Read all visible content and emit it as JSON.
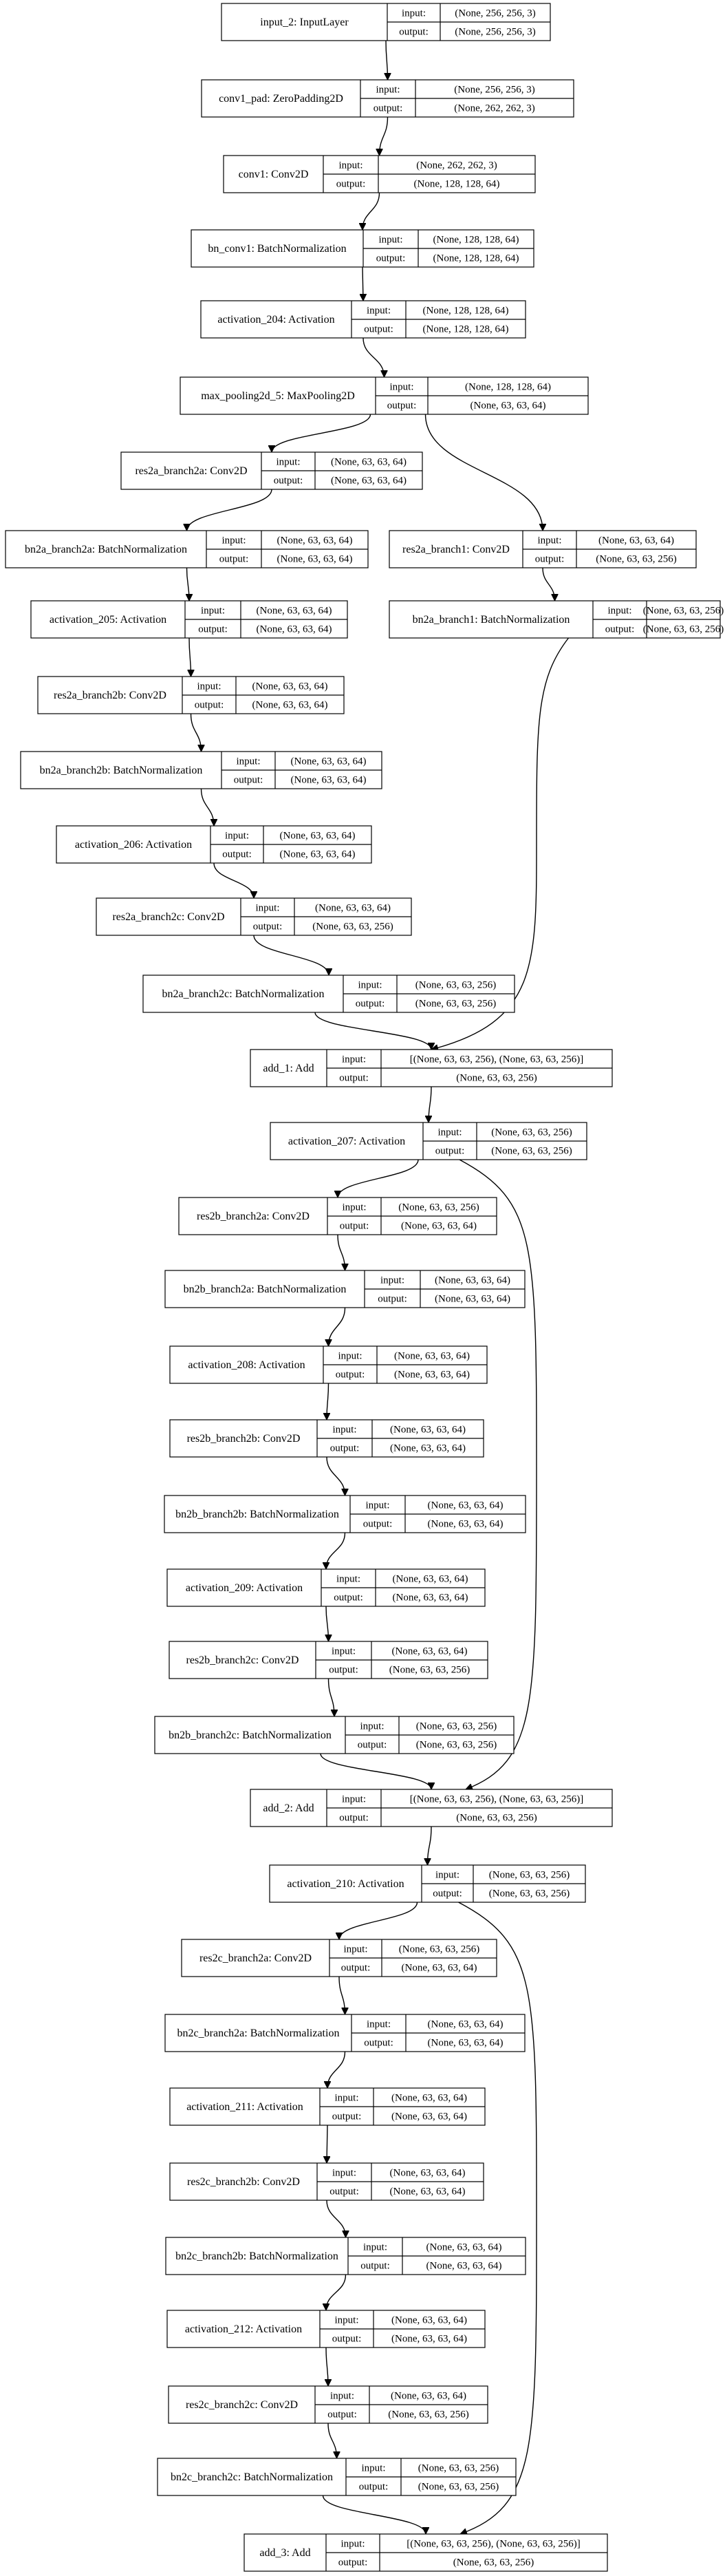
{
  "io_labels": {
    "input": "input:",
    "output": "output:"
  },
  "nodes": [
    {
      "id": "input_2",
      "label": "input_2: InputLayer",
      "input": "(None, 256, 256, 3)",
      "output": "(None, 256, 256, 3)"
    },
    {
      "id": "conv1_pad",
      "label": "conv1_pad: ZeroPadding2D",
      "input": "(None, 256, 256, 3)",
      "output": "(None, 262, 262, 3)"
    },
    {
      "id": "conv1",
      "label": "conv1: Conv2D",
      "input": "(None, 262, 262, 3)",
      "output": "(None, 128, 128, 64)"
    },
    {
      "id": "bn_conv1",
      "label": "bn_conv1: BatchNormalization",
      "input": "(None, 128, 128, 64)",
      "output": "(None, 128, 128, 64)"
    },
    {
      "id": "activation_204",
      "label": "activation_204: Activation",
      "input": "(None, 128, 128, 64)",
      "output": "(None, 128, 128, 64)"
    },
    {
      "id": "max_pooling2d_5",
      "label": "max_pooling2d_5: MaxPooling2D",
      "input": "(None, 128, 128, 64)",
      "output": "(None, 63, 63, 64)"
    },
    {
      "id": "res2a_branch2a",
      "label": "res2a_branch2a: Conv2D",
      "input": "(None, 63, 63, 64)",
      "output": "(None, 63, 63, 64)"
    },
    {
      "id": "res2a_branch1",
      "label": "res2a_branch1: Conv2D",
      "input": "(None, 63, 63, 64)",
      "output": "(None, 63, 63, 256)"
    },
    {
      "id": "bn2a_branch2a",
      "label": "bn2a_branch2a: BatchNormalization",
      "input": "(None, 63, 63, 64)",
      "output": "(None, 63, 63, 64)"
    },
    {
      "id": "bn2a_branch1",
      "label": "bn2a_branch1: BatchNormalization",
      "input": "(None, 63, 63, 256)",
      "output": "(None, 63, 63, 256)"
    },
    {
      "id": "activation_205",
      "label": "activation_205: Activation",
      "input": "(None, 63, 63, 64)",
      "output": "(None, 63, 63, 64)"
    },
    {
      "id": "res2a_branch2b",
      "label": "res2a_branch2b: Conv2D",
      "input": "(None, 63, 63, 64)",
      "output": "(None, 63, 63, 64)"
    },
    {
      "id": "bn2a_branch2b",
      "label": "bn2a_branch2b: BatchNormalization",
      "input": "(None, 63, 63, 64)",
      "output": "(None, 63, 63, 64)"
    },
    {
      "id": "activation_206",
      "label": "activation_206: Activation",
      "input": "(None, 63, 63, 64)",
      "output": "(None, 63, 63, 64)"
    },
    {
      "id": "res2a_branch2c",
      "label": "res2a_branch2c: Conv2D",
      "input": "(None, 63, 63, 64)",
      "output": "(None, 63, 63, 256)"
    },
    {
      "id": "bn2a_branch2c",
      "label": "bn2a_branch2c: BatchNormalization",
      "input": "(None, 63, 63, 256)",
      "output": "(None, 63, 63, 256)"
    },
    {
      "id": "add_1",
      "label": "add_1: Add",
      "input": "[(None, 63, 63, 256), (None, 63, 63, 256)]",
      "output": "(None, 63, 63, 256)"
    },
    {
      "id": "activation_207",
      "label": "activation_207: Activation",
      "input": "(None, 63, 63, 256)",
      "output": "(None, 63, 63, 256)"
    },
    {
      "id": "res2b_branch2a",
      "label": "res2b_branch2a: Conv2D",
      "input": "(None, 63, 63, 256)",
      "output": "(None, 63, 63, 64)"
    },
    {
      "id": "bn2b_branch2a",
      "label": "bn2b_branch2a: BatchNormalization",
      "input": "(None, 63, 63, 64)",
      "output": "(None, 63, 63, 64)"
    },
    {
      "id": "activation_208",
      "label": "activation_208: Activation",
      "input": "(None, 63, 63, 64)",
      "output": "(None, 63, 63, 64)"
    },
    {
      "id": "res2b_branch2b",
      "label": "res2b_branch2b: Conv2D",
      "input": "(None, 63, 63, 64)",
      "output": "(None, 63, 63, 64)"
    },
    {
      "id": "bn2b_branch2b",
      "label": "bn2b_branch2b: BatchNormalization",
      "input": "(None, 63, 63, 64)",
      "output": "(None, 63, 63, 64)"
    },
    {
      "id": "activation_209",
      "label": "activation_209: Activation",
      "input": "(None, 63, 63, 64)",
      "output": "(None, 63, 63, 64)"
    },
    {
      "id": "res2b_branch2c",
      "label": "res2b_branch2c: Conv2D",
      "input": "(None, 63, 63, 64)",
      "output": "(None, 63, 63, 256)"
    },
    {
      "id": "bn2b_branch2c",
      "label": "bn2b_branch2c: BatchNormalization",
      "input": "(None, 63, 63, 256)",
      "output": "(None, 63, 63, 256)"
    },
    {
      "id": "add_2",
      "label": "add_2: Add",
      "input": "[(None, 63, 63, 256), (None, 63, 63, 256)]",
      "output": "(None, 63, 63, 256)"
    },
    {
      "id": "activation_210",
      "label": "activation_210: Activation",
      "input": "(None, 63, 63, 256)",
      "output": "(None, 63, 63, 256)"
    },
    {
      "id": "res2c_branch2a",
      "label": "res2c_branch2a: Conv2D",
      "input": "(None, 63, 63, 256)",
      "output": "(None, 63, 63, 64)"
    },
    {
      "id": "bn2c_branch2a",
      "label": "bn2c_branch2a: BatchNormalization",
      "input": "(None, 63, 63, 64)",
      "output": "(None, 63, 63, 64)"
    },
    {
      "id": "activation_211",
      "label": "activation_211: Activation",
      "input": "(None, 63, 63, 64)",
      "output": "(None, 63, 63, 64)"
    },
    {
      "id": "res2c_branch2b",
      "label": "res2c_branch2b: Conv2D",
      "input": "(None, 63, 63, 64)",
      "output": "(None, 63, 63, 64)"
    },
    {
      "id": "bn2c_branch2b",
      "label": "bn2c_branch2b: BatchNormalization",
      "input": "(None, 63, 63, 64)",
      "output": "(None, 63, 63, 64)"
    },
    {
      "id": "activation_212",
      "label": "activation_212: Activation",
      "input": "(None, 63, 63, 64)",
      "output": "(None, 63, 63, 64)"
    },
    {
      "id": "res2c_branch2c",
      "label": "res2c_branch2c: Conv2D",
      "input": "(None, 63, 63, 64)",
      "output": "(None, 63, 63, 256)"
    },
    {
      "id": "bn2c_branch2c",
      "label": "bn2c_branch2c: BatchNormalization",
      "input": "(None, 63, 63, 256)",
      "output": "(None, 63, 63, 256)"
    },
    {
      "id": "add_3",
      "label": "add_3: Add",
      "input": "[(None, 63, 63, 256), (None, 63, 63, 256)]",
      "output": "(None, 63, 63, 256)"
    }
  ],
  "edges": [
    [
      "input_2",
      "conv1_pad"
    ],
    [
      "conv1_pad",
      "conv1"
    ],
    [
      "conv1",
      "bn_conv1"
    ],
    [
      "bn_conv1",
      "activation_204"
    ],
    [
      "activation_204",
      "max_pooling2d_5"
    ],
    [
      "max_pooling2d_5",
      "res2a_branch2a"
    ],
    [
      "max_pooling2d_5",
      "res2a_branch1"
    ],
    [
      "res2a_branch2a",
      "bn2a_branch2a"
    ],
    [
      "res2a_branch1",
      "bn2a_branch1"
    ],
    [
      "bn2a_branch2a",
      "activation_205"
    ],
    [
      "activation_205",
      "res2a_branch2b"
    ],
    [
      "res2a_branch2b",
      "bn2a_branch2b"
    ],
    [
      "bn2a_branch2b",
      "activation_206"
    ],
    [
      "activation_206",
      "res2a_branch2c"
    ],
    [
      "res2a_branch2c",
      "bn2a_branch2c"
    ],
    [
      "bn2a_branch2c",
      "add_1"
    ],
    [
      "bn2a_branch1",
      "add_1"
    ],
    [
      "add_1",
      "activation_207"
    ],
    [
      "activation_207",
      "res2b_branch2a"
    ],
    [
      "res2b_branch2a",
      "bn2b_branch2a"
    ],
    [
      "bn2b_branch2a",
      "activation_208"
    ],
    [
      "activation_208",
      "res2b_branch2b"
    ],
    [
      "res2b_branch2b",
      "bn2b_branch2b"
    ],
    [
      "bn2b_branch2b",
      "activation_209"
    ],
    [
      "activation_209",
      "res2b_branch2c"
    ],
    [
      "res2b_branch2c",
      "bn2b_branch2c"
    ],
    [
      "bn2b_branch2c",
      "add_2"
    ],
    [
      "activation_207",
      "add_2"
    ],
    [
      "add_2",
      "activation_210"
    ],
    [
      "activation_210",
      "res2c_branch2a"
    ],
    [
      "res2c_branch2a",
      "bn2c_branch2a"
    ],
    [
      "bn2c_branch2a",
      "activation_211"
    ],
    [
      "activation_211",
      "res2c_branch2b"
    ],
    [
      "res2c_branch2b",
      "bn2c_branch2b"
    ],
    [
      "bn2c_branch2b",
      "activation_212"
    ],
    [
      "activation_212",
      "res2c_branch2c"
    ],
    [
      "res2c_branch2c",
      "bn2c_branch2c"
    ],
    [
      "bn2c_branch2c",
      "add_3"
    ],
    [
      "activation_210",
      "add_3"
    ]
  ]
}
